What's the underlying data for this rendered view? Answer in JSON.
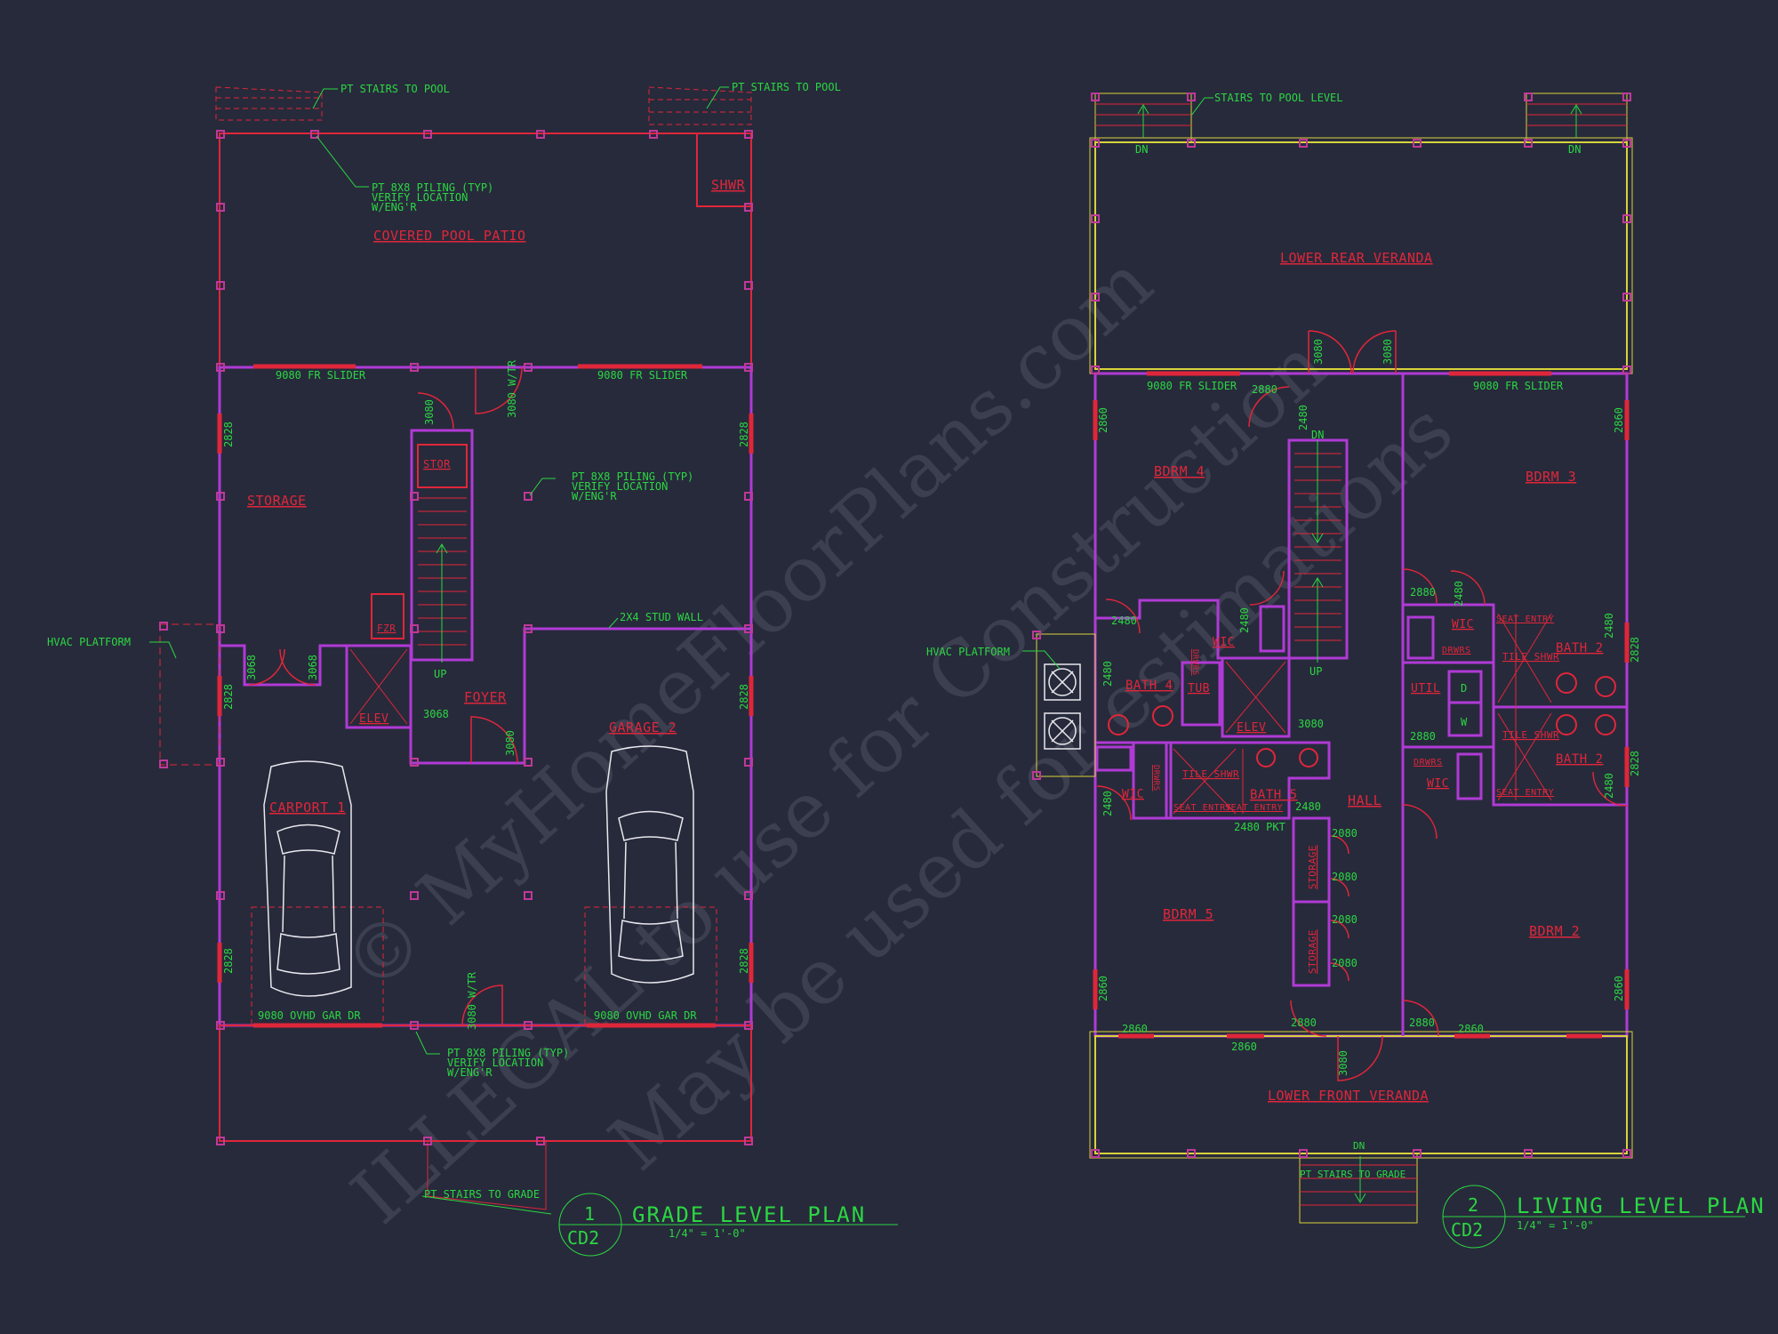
{
  "watermark": {
    "line1": "© MyHomeFloorPlans.com",
    "line2": "ILLEGAL to use for Construction",
    "line3": "May be used for estimations"
  },
  "grade_level": {
    "title": "GRADE LEVEL PLAN",
    "number": "1",
    "sheet": "CD2",
    "scale": "1/4\" = 1'-0\"",
    "rooms": {
      "covered_pool_patio": "COVERED POOL PATIO",
      "shwr": "SHWR",
      "storage": "STORAGE",
      "stor": "STOR",
      "foyer": "FOYER",
      "elev": "ELEV",
      "fzr": "FZR",
      "carport1": "CARPORT 1",
      "garage2": "GARAGE 2"
    },
    "notes": {
      "stairs_left": "PT STAIRS TO POOL",
      "stairs_right": "PT STAIRS TO POOL",
      "piling_top": [
        "PT 8X8 PILING (TYP)",
        "VERIFY LOCATION",
        "W/ENG'R"
      ],
      "piling_mid": [
        "PT 8X8 PILING (TYP)",
        "VERIFY LOCATION",
        "W/ENG'R"
      ],
      "piling_bot": [
        "PT 8X8 PILING (TYP)",
        "VERIFY LOCATION",
        "W/ENG'R"
      ],
      "stud_wall": "2X4 STUD WALL",
      "hvac": "HVAC PLATFORM",
      "up": "UP",
      "stairs_grade": "PT STAIRS TO GRADE"
    },
    "dims": {
      "slider_l": "9080 FR SLIDER",
      "slider_r": "9080 FR SLIDER",
      "wtr_top": "3080 W/TR",
      "d3080_stair": "3080",
      "w2828_a": "2828",
      "w2828_b": "2828",
      "w2828_c": "2828",
      "w2828_d": "2828",
      "w2828_e": "2828",
      "w2828_f": "2828",
      "d3068_a": "3068",
      "d3068_b": "3068",
      "d3068_c": "3068",
      "d3080_foyer": "3080",
      "gar_l": "9080 OVHD GAR DR",
      "gar_r": "9080 OVHD GAR DR",
      "wtr_bot": "3080 W/TR"
    }
  },
  "living_level": {
    "title": "LIVING LEVEL PLAN",
    "number": "2",
    "sheet": "CD2",
    "scale": "1/4\" = 1'-0\"",
    "rooms": {
      "rear_veranda": "LOWER REAR VERANDA",
      "bdrm4": "BDRM 4",
      "bdrm3": "BDRM 3",
      "bdrm5": "BDRM 5",
      "bdrm2": "BDRM 2",
      "bath4": "BATH 4",
      "bath5": "BATH 5",
      "bath2a": "BATH 2",
      "bath2b": "BATH 2",
      "tub": "TUB",
      "elev": "ELEV",
      "util": "UTIL",
      "wic_a": "WIC",
      "wic_b": "WIC",
      "wic_c": "WIC",
      "wic_d": "WIC",
      "hall": "HALL",
      "storage_a": "STORAGE",
      "storage_b": "STORAGE",
      "tile_a": "TILE SHWR",
      "tile_b": "TILE SHWR",
      "tile_c": "TILE SHWR",
      "front_veranda": "LOWER FRONT VERANDA"
    },
    "notes": {
      "stairs_pool": "STAIRS TO POOL LEVEL",
      "dn_left": "DN",
      "dn_right": "DN",
      "dn_stair": "DN",
      "up_stair": "UP",
      "hvac": "HVAC PLATFORM",
      "stairs_grade": "PT STAIRS TO GRADE",
      "dn_front": "DN",
      "seat_entry_a": "SEAT ENTRY",
      "seat_entry_b": "SEAT ENTRY",
      "seat_entry_c": "SEAT ENTRY",
      "seat_entry_d": "SEAT ENTRY",
      "drwrs_a": "DRWRS",
      "drwrs_b": "DRWRS",
      "drwrs_c": "DRWRS",
      "drwrs_d": "DRWRS",
      "d": "D",
      "w": "W"
    },
    "dims": {
      "d3080_ra": "3080",
      "d3080_rb": "3080",
      "slider_l": "9080 FR SLIDER",
      "slider_r": "9080 FR SLIDER",
      "d2880_top": "2880",
      "w2860_a": "2860",
      "w2860_b": "2860",
      "d2480_a": "2480",
      "d2480_b": "2480",
      "d2480_c": "2480",
      "d2480_d": "2480",
      "d2480_e": "2480",
      "d2480_f": "2480",
      "d2480_g": "2480",
      "d2880_a": "2880",
      "d2880_b": "2880",
      "d2480_h": "2480",
      "w2828_a": "2828",
      "w2828_b": "2828",
      "d3080_elev": "3080",
      "d2480_hall": "2480",
      "pkt": "2480 PKT",
      "d2080_a": "2080",
      "d2080_b": "2080",
      "d2080_c": "2080",
      "d2080_d": "2080",
      "w2860_c": "2860",
      "w2860_d": "2860",
      "w2860_e": "2860",
      "w2860_f": "2860",
      "w2860_g": "2860",
      "d2880_c": "2880",
      "d2880_d": "2880",
      "d3080_front": "3080"
    }
  }
}
